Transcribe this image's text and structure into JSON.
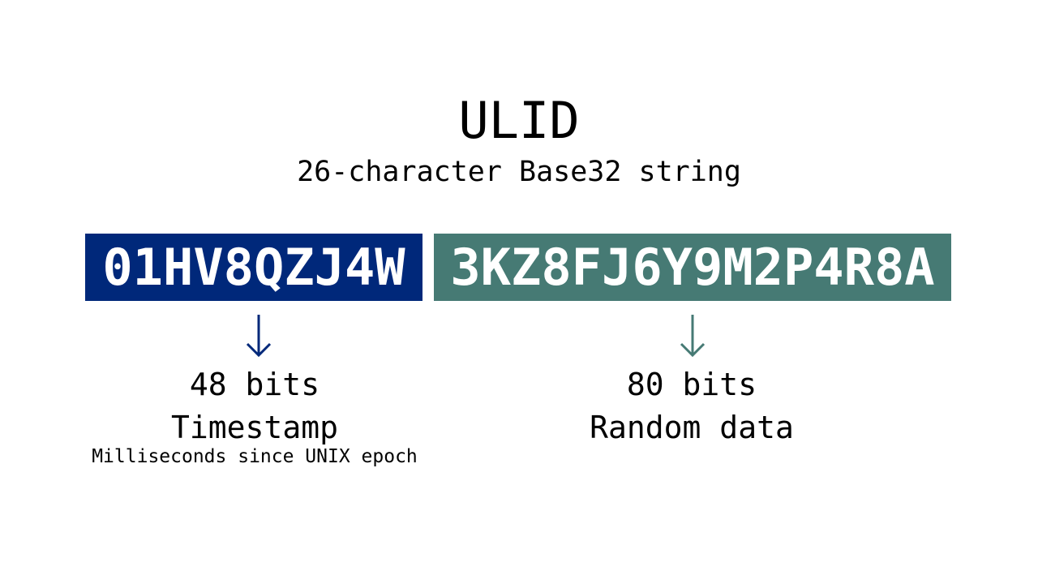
{
  "title": "ULID",
  "subtitle": "26-character Base32 string",
  "timestamp": {
    "value": "01HV8QZJ4W",
    "bits": "48 bits",
    "label": "Timestamp",
    "note": "Milliseconds since UNIX epoch",
    "color": "#00287a"
  },
  "random": {
    "value": "3KZ8FJ6Y9M2P4R8A",
    "bits": "80 bits",
    "label": "Random data",
    "color": "#467a74"
  }
}
